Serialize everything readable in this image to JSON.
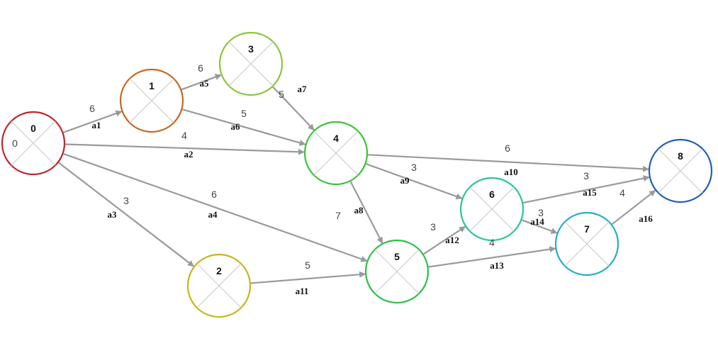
{
  "nodes": [
    {
      "id": "0",
      "label": "0",
      "extra": "0",
      "color": "#c0262b"
    },
    {
      "id": "1",
      "label": "1",
      "color": "#c8681e"
    },
    {
      "id": "2",
      "label": "2",
      "color": "#c9b520"
    },
    {
      "id": "3",
      "label": "3",
      "color": "#8cc63f"
    },
    {
      "id": "4",
      "label": "4",
      "color": "#3cc43a"
    },
    {
      "id": "5",
      "label": "5",
      "color": "#2ebf4a"
    },
    {
      "id": "6",
      "label": "6",
      "color": "#27c79a"
    },
    {
      "id": "7",
      "label": "7",
      "color": "#27aec4"
    },
    {
      "id": "8",
      "label": "8",
      "color": "#1f5fb8"
    }
  ],
  "edges": [
    {
      "name": "a1",
      "from": "0",
      "to": "1",
      "weight": "6"
    },
    {
      "name": "a2",
      "from": "0",
      "to": "4",
      "weight": "4"
    },
    {
      "name": "a3",
      "from": "0",
      "to": "2",
      "weight": "3"
    },
    {
      "name": "a4",
      "from": "0",
      "to": "5",
      "weight": "6"
    },
    {
      "name": "a5",
      "from": "1",
      "to": "3",
      "weight": "6"
    },
    {
      "name": "a6",
      "from": "1",
      "to": "4",
      "weight": "5"
    },
    {
      "name": "a7",
      "from": "3",
      "to": "4",
      "weight": "5"
    },
    {
      "name": "a8",
      "from": "4",
      "to": "5",
      "weight": "7"
    },
    {
      "name": "a9",
      "from": "4",
      "to": "6",
      "weight": "3"
    },
    {
      "name": "a10",
      "from": "4",
      "to": "8",
      "weight": "6"
    },
    {
      "name": "a11",
      "from": "2",
      "to": "5",
      "weight": "5"
    },
    {
      "name": "a12",
      "from": "5",
      "to": "6",
      "weight": "3"
    },
    {
      "name": "a13",
      "from": "5",
      "to": "7",
      "weight": "4"
    },
    {
      "name": "a14",
      "from": "6",
      "to": "7",
      "weight": "3"
    },
    {
      "name": "a15",
      "from": "6",
      "to": "8",
      "weight": "3"
    },
    {
      "name": "a16",
      "from": "7",
      "to": "8",
      "weight": "4"
    }
  ],
  "colors": {
    "edge": "#9a9a9a",
    "cross": "#c8c8c8"
  }
}
